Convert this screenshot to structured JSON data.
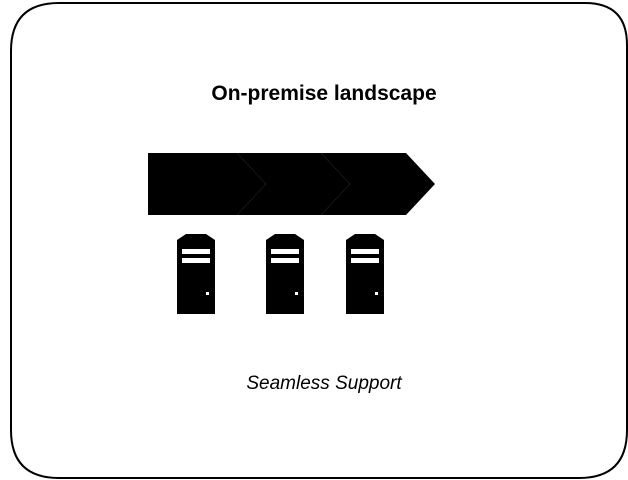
{
  "title": "On-premise landscape",
  "caption": "Seamless Support",
  "icons": {
    "frame": "rounded-rectangle-frame",
    "arrow": "chevron-arrow-icon",
    "server": "server-tower-icon"
  },
  "colors": {
    "foreground": "#000000",
    "background": "#ffffff"
  }
}
